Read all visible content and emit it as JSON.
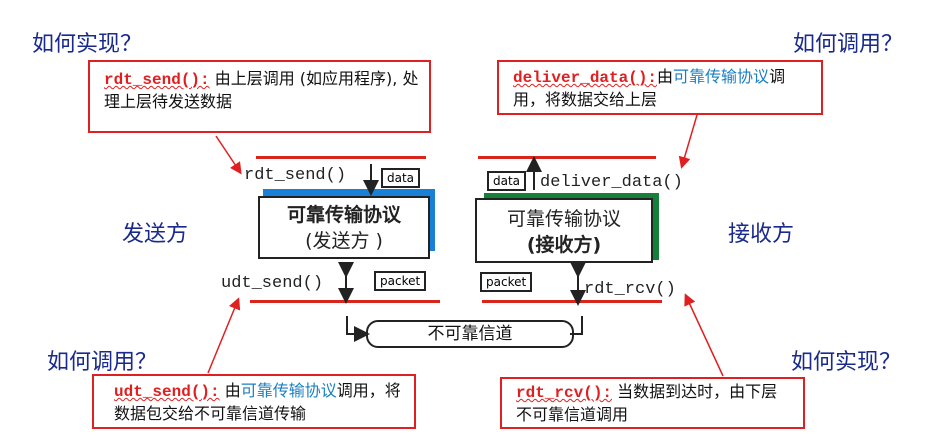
{
  "questions": {
    "top_left": "如何实现？",
    "top_right": "如何调用？",
    "bottom_left": "如何调用？",
    "bottom_right": "如何实现？"
  },
  "sides": {
    "sender": "发送方",
    "receiver": "接收方"
  },
  "callouts": {
    "rdt_send": {
      "fn": "rdt_send():",
      "text": " 由上层调用 (如应用程序), 处理上层待发送数据"
    },
    "deliver_data": {
      "fn": "deliver_data():",
      "pre": "由",
      "highlight": "可靠传输协议",
      "text": "调用，将数据交给上层"
    },
    "udt_send": {
      "fn": "udt_send():",
      "pre": " 由",
      "highlight": "可靠传输协议",
      "text": "调用，将数据包交给不可靠信道传输"
    },
    "rdt_rcv": {
      "fn": "rdt_rcv():",
      "text": " 当数据到达时，由下层不可靠信道调用"
    }
  },
  "sender": {
    "top_call": "rdt_send()",
    "bottom_call": "udt_send()",
    "data_tag": "data",
    "packet_tag": "packet",
    "box_line1": "可靠传输协议",
    "box_line2": "(发送方 )"
  },
  "receiver": {
    "top_call": "deliver_data()",
    "bottom_call": "rdt_rcv()",
    "data_tag": "data",
    "packet_tag": "packet",
    "box_line1": "可靠传输协议",
    "box_line2": "(接收方)"
  },
  "channel": {
    "label": "不可靠信道"
  },
  "colors": {
    "question": "#1a2a8c",
    "callout_border": "#e02020",
    "sender_shadow": "#1a7fd6",
    "receiver_shadow": "#14803a",
    "highlight": "#1a7fc1"
  }
}
